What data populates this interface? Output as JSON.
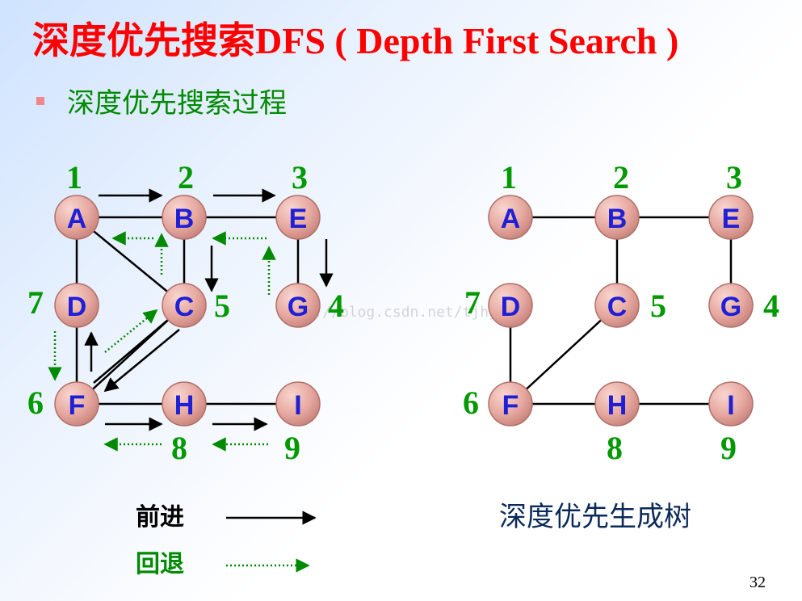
{
  "title": "深度优先搜索DFS ( Depth First Search )",
  "bullet": "深度优先搜索过程",
  "left_graph": {
    "nodes": [
      {
        "id": "A",
        "order": "1"
      },
      {
        "id": "B",
        "order": "2"
      },
      {
        "id": "E",
        "order": "3"
      },
      {
        "id": "D",
        "order": "7"
      },
      {
        "id": "C",
        "order": "5"
      },
      {
        "id": "G",
        "order": "4"
      },
      {
        "id": "F",
        "order": "6"
      },
      {
        "id": "H",
        "order": "8"
      },
      {
        "id": "I",
        "order": "9"
      }
    ],
    "edges": [
      [
        "A",
        "B"
      ],
      [
        "B",
        "E"
      ],
      [
        "A",
        "D"
      ],
      [
        "A",
        "C"
      ],
      [
        "B",
        "C"
      ],
      [
        "E",
        "G"
      ],
      [
        "D",
        "F"
      ],
      [
        "C",
        "F"
      ],
      [
        "F",
        "H"
      ],
      [
        "H",
        "I"
      ]
    ]
  },
  "right_tree": {
    "nodes": [
      {
        "id": "A",
        "order": "1"
      },
      {
        "id": "B",
        "order": "2"
      },
      {
        "id": "E",
        "order": "3"
      },
      {
        "id": "D",
        "order": "7"
      },
      {
        "id": "C",
        "order": "5"
      },
      {
        "id": "G",
        "order": "4"
      },
      {
        "id": "F",
        "order": "6"
      },
      {
        "id": "H",
        "order": "8"
      },
      {
        "id": "I",
        "order": "9"
      }
    ],
    "edges": [
      [
        "A",
        "B"
      ],
      [
        "B",
        "E"
      ],
      [
        "B",
        "C"
      ],
      [
        "E",
        "G"
      ],
      [
        "C",
        "F"
      ],
      [
        "D",
        "F"
      ],
      [
        "F",
        "H"
      ],
      [
        "H",
        "I"
      ]
    ]
  },
  "legend": {
    "forward_label": "前进",
    "backtrack_label": "回退",
    "forward_color": "#000000",
    "backtrack_color": "#008a00"
  },
  "caption": "深度优先生成树",
  "watermark": "http://blog.csdn.net/tjhy",
  "page_number": "32",
  "colors": {
    "title": "#ff0000",
    "order_number": "#009900",
    "node_text": "#1f1fd6",
    "node_fill": "#e6a8a0"
  }
}
